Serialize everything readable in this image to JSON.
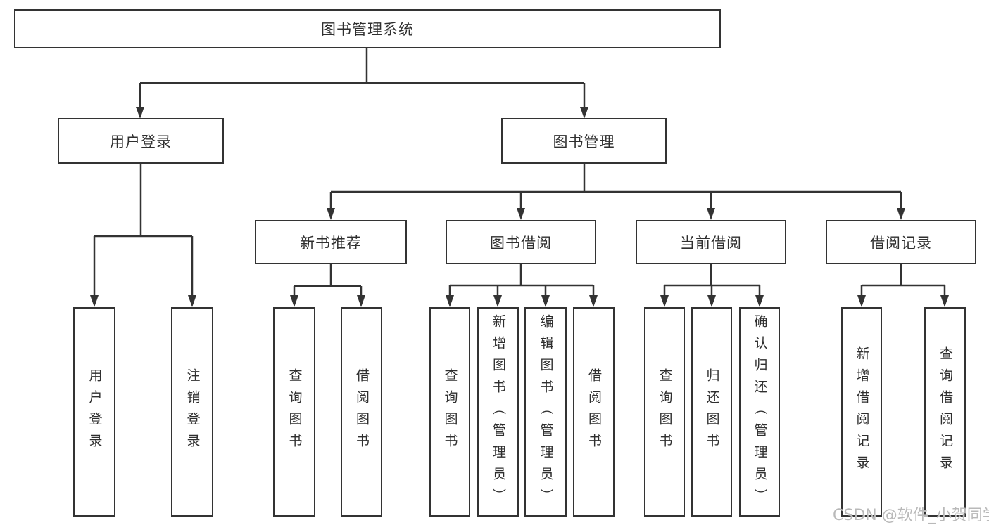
{
  "diagram": {
    "watermark": "CSDN @软件_小贺同学",
    "colors": {
      "background": "#ffffff",
      "line": "#333333",
      "box_border": "#333333",
      "text": "#2f2f2f",
      "watermark": "#b9b9b9"
    },
    "tree": {
      "label": "图书管理系统",
      "children": [
        {
          "label": "用户登录",
          "children": [
            {
              "label": "用户登录"
            },
            {
              "label": "注销登录"
            }
          ]
        },
        {
          "label": "图书管理",
          "children": [
            {
              "label": "新书推荐",
              "children": [
                {
                  "label": "查询图书"
                },
                {
                  "label": "借阅图书"
                }
              ]
            },
            {
              "label": "图书借阅",
              "children": [
                {
                  "label": "查询图书"
                },
                {
                  "label": "新增图书（管理员）"
                },
                {
                  "label": "编辑图书（管理员）"
                },
                {
                  "label": "借阅图书"
                }
              ]
            },
            {
              "label": "当前借阅",
              "children": [
                {
                  "label": "查询图书"
                },
                {
                  "label": "归还图书"
                },
                {
                  "label": "确认归还（管理员）"
                }
              ]
            },
            {
              "label": "借阅记录",
              "children": [
                {
                  "label": "新增借阅记录"
                },
                {
                  "label": "查询借阅记录"
                }
              ]
            }
          ]
        }
      ]
    }
  }
}
